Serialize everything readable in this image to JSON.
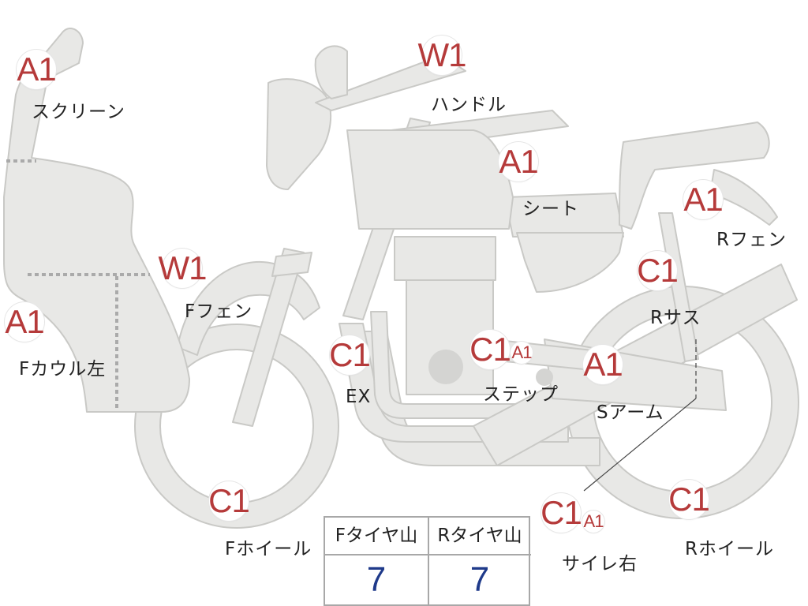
{
  "markers": {
    "screen": "A1",
    "handle": "W1",
    "seat": "A1",
    "r_fender": "A1",
    "r_sus": "C1",
    "f_fender": "W1",
    "f_cowl_left": "A1",
    "ex": "C1",
    "step_c": "C1",
    "step_a": "A1",
    "s_arm": "A1",
    "f_wheel": "C1",
    "silencer_c": "C1",
    "silencer_a": "A1",
    "r_wheel": "C1"
  },
  "labels": {
    "screen": "スクリーン",
    "handle": "ハンドル",
    "seat": "シート",
    "r_fender": "Rフェン",
    "r_sus": "Rサス",
    "f_fender": "Fフェン",
    "f_cowl_left": "Fカウル左",
    "ex": "EX",
    "step": "ステップ",
    "s_arm": "Sアーム",
    "f_wheel": "Fホイール",
    "silencer": "サイレ右",
    "r_wheel": "Rホイール"
  },
  "tire_table": {
    "front_header": "Fタイヤ山",
    "rear_header": "Rタイヤ山",
    "front_value": "7",
    "rear_value": "7"
  },
  "colors": {
    "part_fill": "#e8e8e6",
    "part_stroke": "#c9c9c6",
    "marker_text": "#b53a3a",
    "value_text": "#1f3a8a"
  }
}
